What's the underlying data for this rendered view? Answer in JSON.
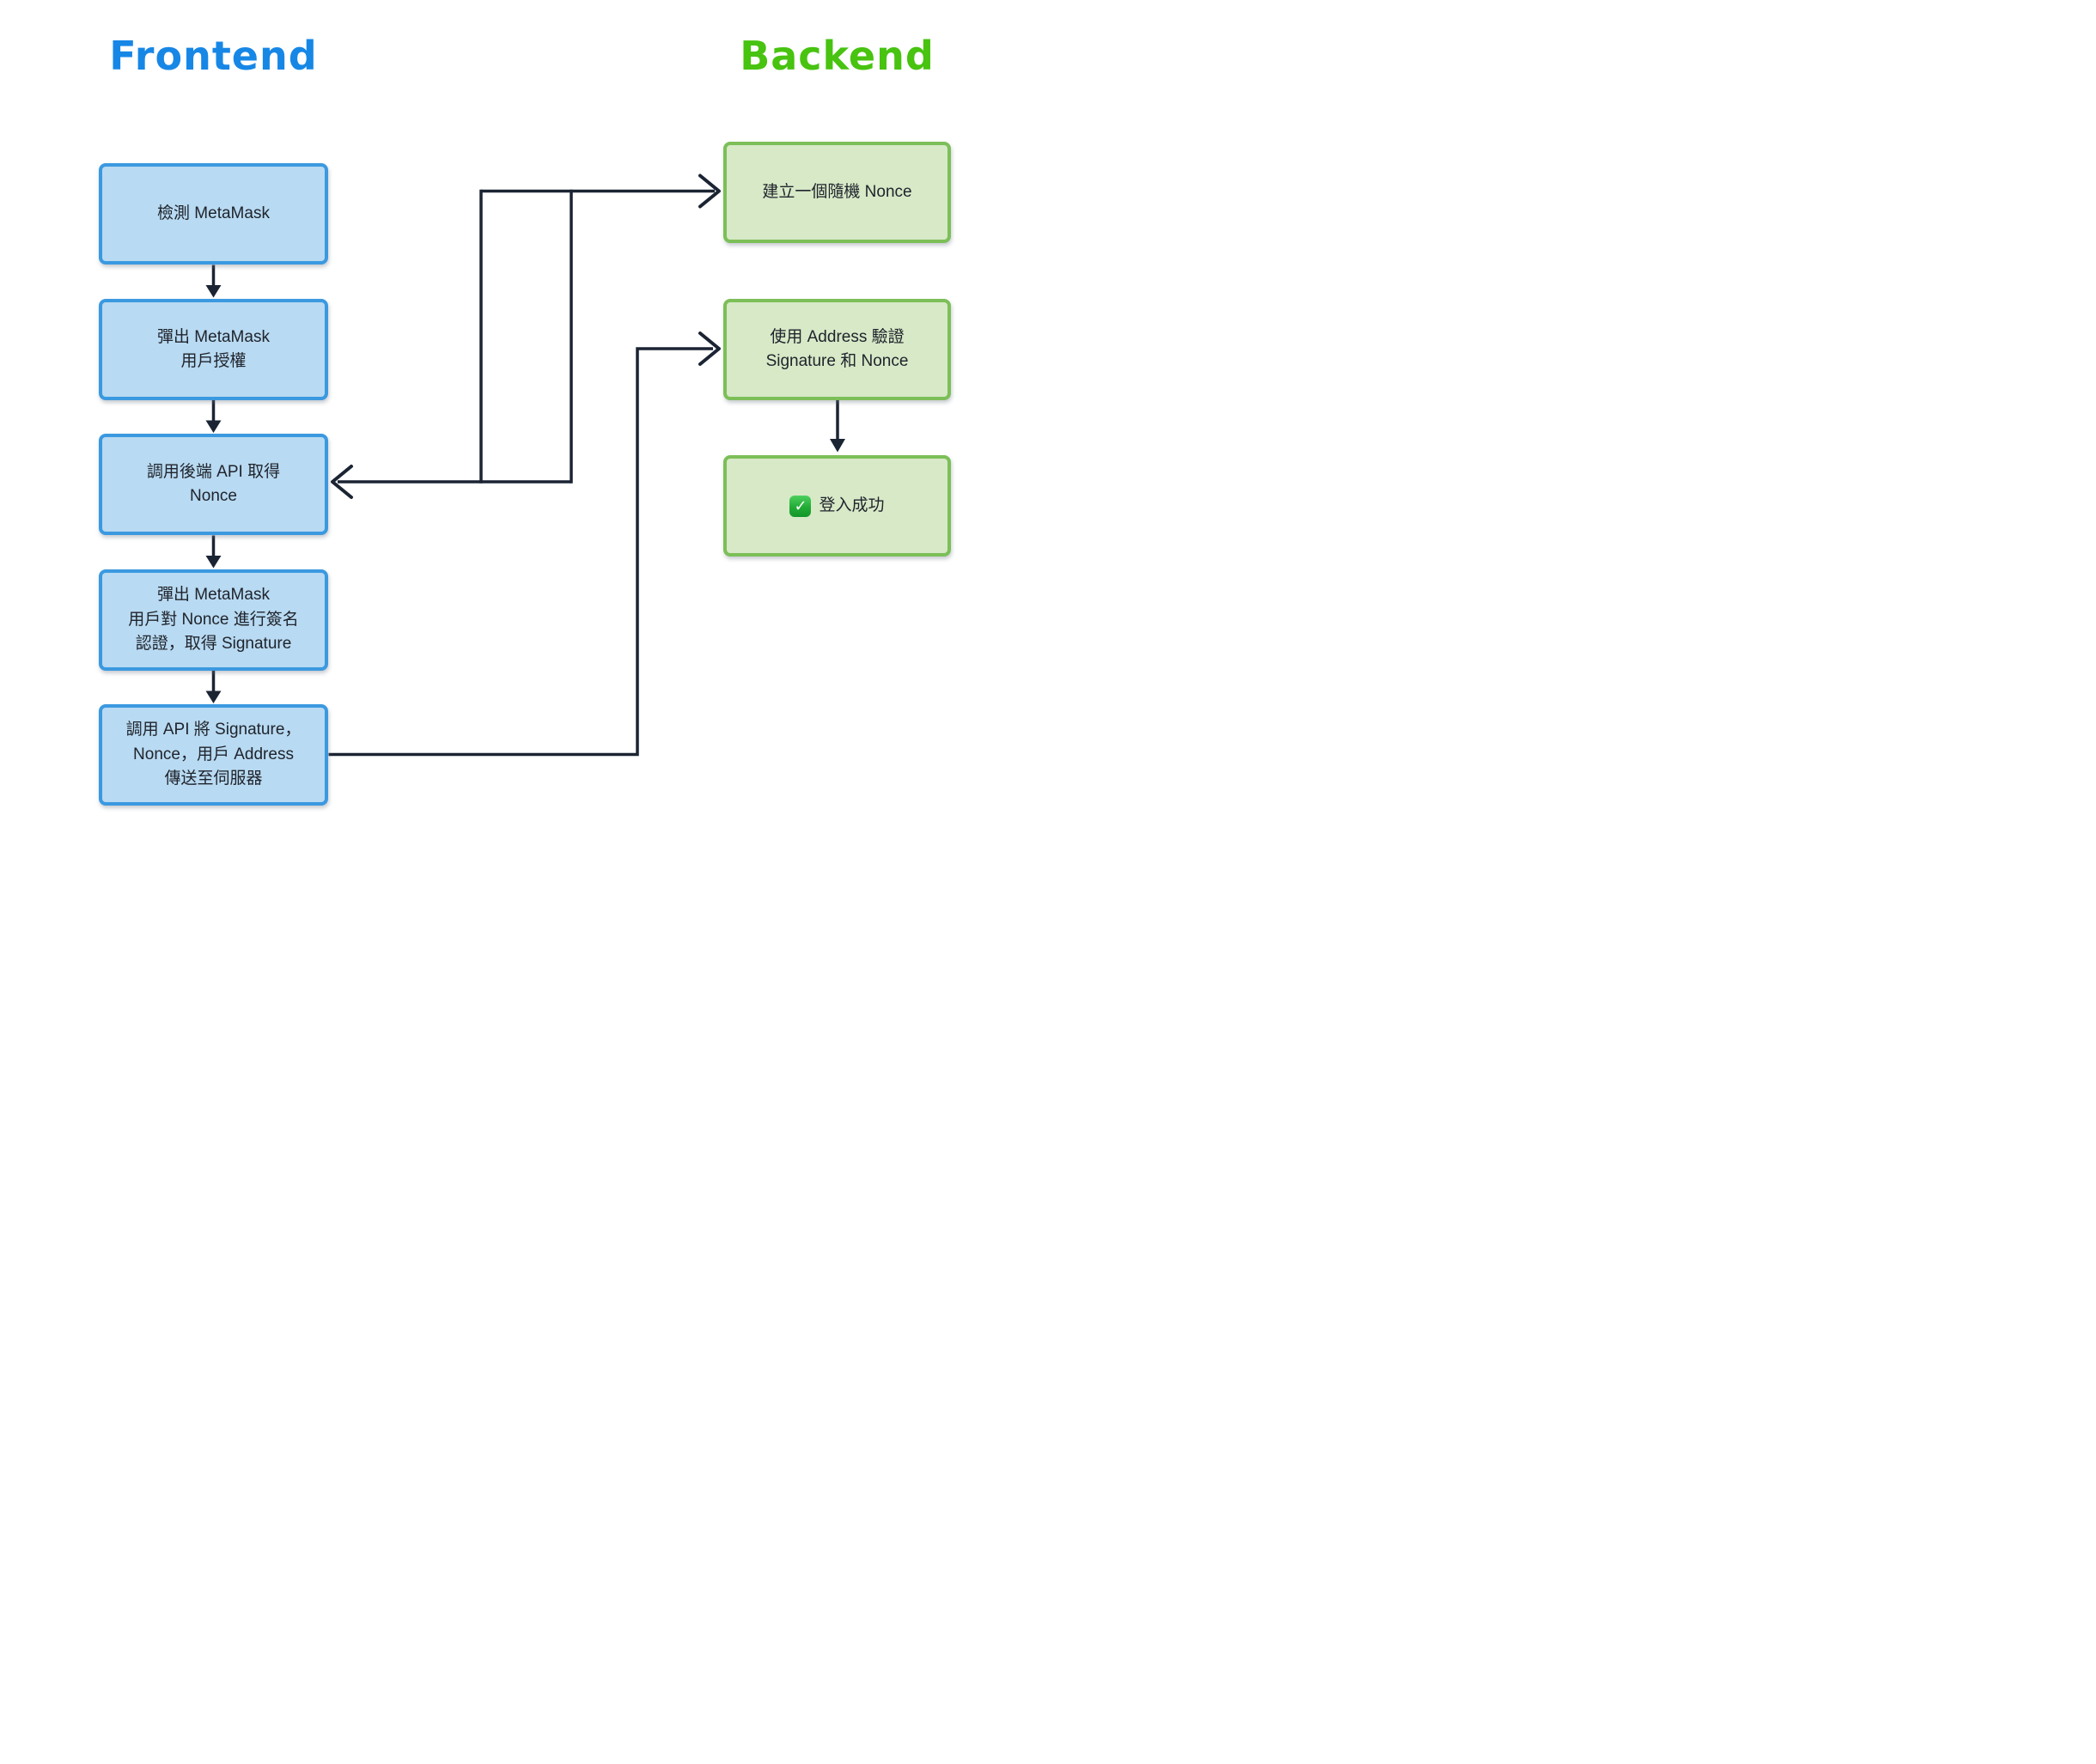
{
  "titles": {
    "frontend": "Frontend",
    "backend": "Backend"
  },
  "colors": {
    "frontend_accent": "#1787e6",
    "backend_accent": "#47c310",
    "frontend_box_border": "#3b99e0",
    "frontend_box_fill": "#b8daf2",
    "backend_box_border": "#7cbf58",
    "backend_box_fill": "#d7e9c7",
    "connector": "#1b2433",
    "box_text": "#20242c",
    "check_green": "#21ab35"
  },
  "frontend_boxes": [
    {
      "lines": [
        "檢測 MetaMask"
      ]
    },
    {
      "lines": [
        "彈出 MetaMask",
        "用戶授權"
      ]
    },
    {
      "lines": [
        "調用後端 API 取得",
        "Nonce"
      ]
    },
    {
      "lines": [
        "彈出 MetaMask",
        "用戶對 Nonce 進行簽名",
        "認證，取得 Signature"
      ]
    },
    {
      "lines": [
        "調用 API 將 Signature，",
        "Nonce，用戶 Address",
        "傳送至伺服器"
      ]
    }
  ],
  "backend_boxes": [
    {
      "lines": [
        "建立一個隨機 Nonce"
      ]
    },
    {
      "lines": [
        "使用 Address 驗證",
        "Signature 和 Nonce"
      ]
    },
    {
      "icon": "check-mark-button",
      "icon_glyph": "✓",
      "lines": [
        "登入成功"
      ]
    }
  ]
}
